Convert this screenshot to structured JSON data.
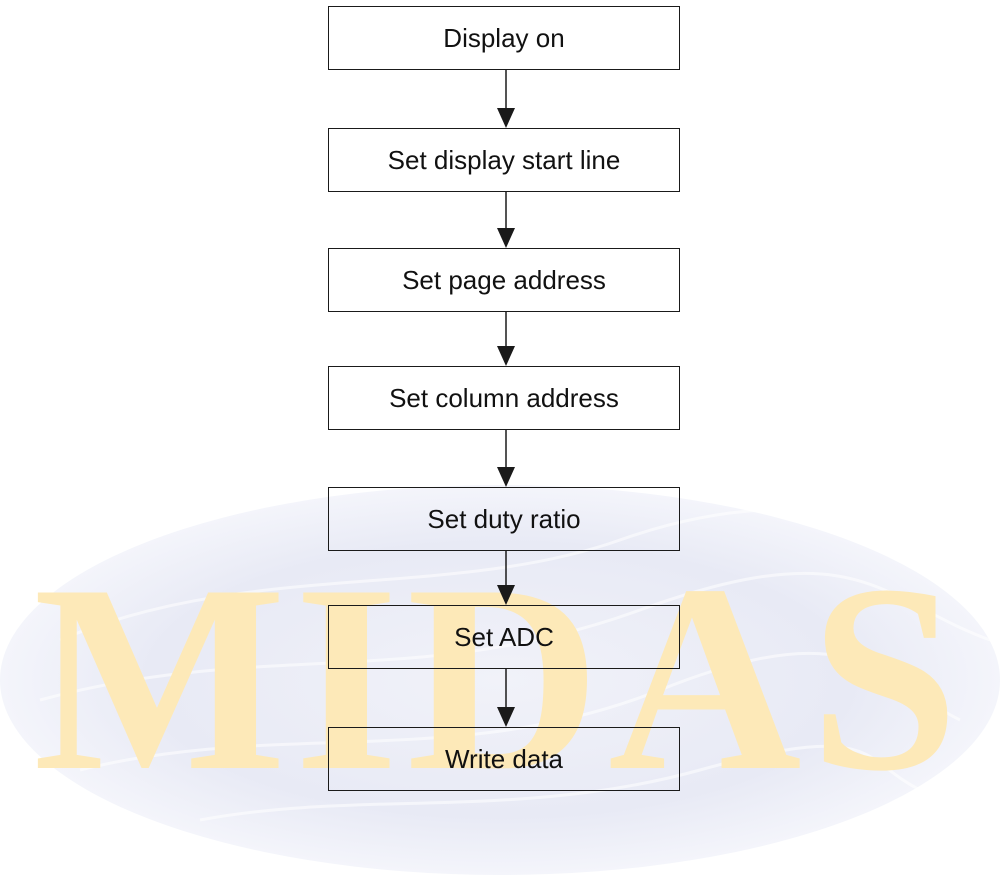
{
  "flowchart": {
    "steps": [
      {
        "label": "Display on"
      },
      {
        "label": "Set display start line"
      },
      {
        "label": "Set page address"
      },
      {
        "label": "Set column address"
      },
      {
        "label": "Set duty ratio"
      },
      {
        "label": "Set ADC"
      },
      {
        "label": "Write data"
      }
    ],
    "line_color": "#1a1a1a"
  },
  "watermark": {
    "text": "MIDAS",
    "text_color": "#fde9b8",
    "ellipse_color": "#e9ebf6"
  }
}
